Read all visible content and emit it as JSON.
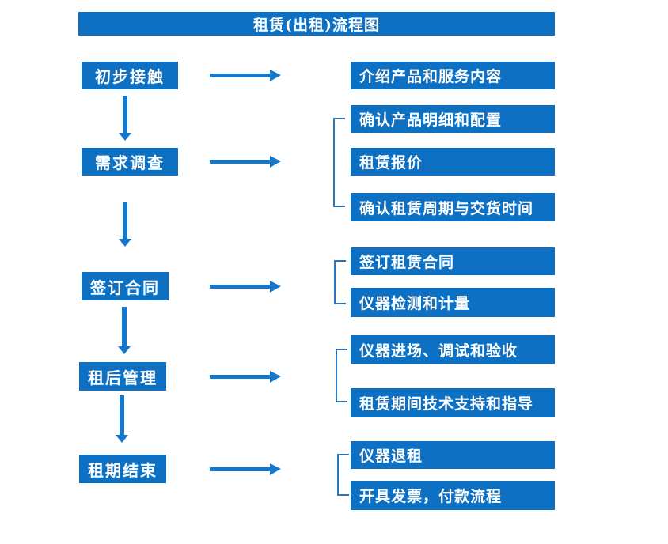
{
  "title": "租赁(出租)流程图",
  "colors": {
    "box": "#0d70c2",
    "arrow": "#1577cb",
    "bracket": "#2e74b5",
    "text": "#ffffff"
  },
  "stages": [
    {
      "label": "初步接触",
      "outputs": [
        "介绍产品和服务内容"
      ]
    },
    {
      "label": "需求调查",
      "outputs": [
        "确认产品明细和配置",
        "租赁报价",
        "确认租赁周期与交货时间"
      ]
    },
    {
      "label": "签订合同",
      "outputs": [
        "签订租赁合同",
        "仪器检测和计量"
      ]
    },
    {
      "label": "租后管理",
      "outputs": [
        "仪器进场、调试和验收",
        "租赁期间技术支持和指导"
      ]
    },
    {
      "label": "租期结束",
      "outputs": [
        "仪器退租",
        "开具发票，付款流程"
      ]
    }
  ]
}
